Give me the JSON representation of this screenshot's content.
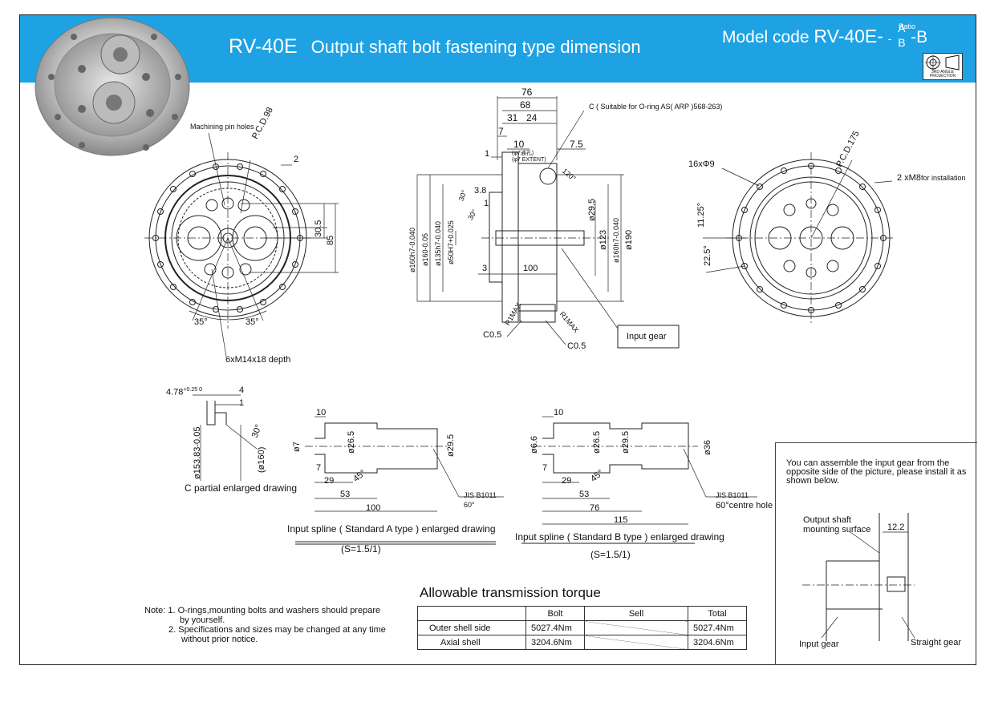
{
  "header": {
    "part": "RV-40E",
    "title": "Output shaft bolt fastening type dimension",
    "model_prefix": "Model code",
    "model_code": "RV-40E-",
    "ratio_label": "Ratio",
    "model_suffix_a": "A",
    "model_suffix_b": "B",
    "model_suffix_end": "-B",
    "projection_label": "3RD ANGLE PROJECTION"
  },
  "front_view": {
    "machining_pin_holes": "Machining pin holes",
    "pcd": "P.C.D.98",
    "dim_2": "2",
    "dim_30_5": "30.5",
    "dim_85": "85",
    "angle_left": "35°",
    "angle_right": "35°",
    "tapped_holes": "6xM14x18 depth"
  },
  "section_view": {
    "dim_76": "76",
    "dim_68": "68",
    "dim_31": "31",
    "dim_24": "24",
    "dim_7": "7",
    "dim_10": "10",
    "dim_7_5": "7.5",
    "dim_1": "1",
    "note_c": "C ( Suitable for O-ring AS( ARP )568-263)",
    "phi7_label": "(φ7通孔)",
    "phi7_extent": "(φ7 EXTENT)",
    "angle_120": "120°",
    "dim_3_8": "3.8",
    "angle_30a": "30°",
    "angle_30b": "30°",
    "dim_1b": "1",
    "phi160": "ø160h7-0.040",
    "phi160b": "ø160-0.05",
    "phi135": "ø135h7-0.040",
    "phi50": "ø50H7+0.025",
    "phi29_5": "ø29.5",
    "phi123": "ø123",
    "phi160c": "ø160h7-0.040",
    "phi190": "ø190",
    "dim_3": "3",
    "dim_100": "100",
    "r1_left": "R1MAX",
    "r1_right": "R1MAX",
    "c05_left": "C0.5",
    "c05_right": "C0.5",
    "input_gear": "Input gear"
  },
  "rear_view": {
    "holes": "16xΦ9",
    "pcd": "P.C.D.175",
    "tap": "2 xM8",
    "tap_note": "for installation",
    "angle_11_25": "11.25°",
    "angle_22_5": "22.5°"
  },
  "c_detail": {
    "dim_478": "4.78",
    "tol_478": "+0.25 0",
    "dim_4": "4",
    "dim_1": "1",
    "phi153": "ø153.83-0.05",
    "phi160": "(ø160)",
    "angle_30": "30°",
    "caption": "C partial enlarged drawing"
  },
  "spline_a": {
    "dim_10": "10",
    "phi7": "ø7",
    "phi26_5": "ø26.5",
    "phi29_5": "ø29.5",
    "dim_7": "7",
    "dim_29": "29",
    "angle_45": "45°",
    "dim_53": "53",
    "dim_100": "100",
    "jis": "JIS B1011",
    "jis_angle": "60°",
    "caption": "Input spline ( Standard A type ) enlarged drawing",
    "ratio": "(S=1.5/1)"
  },
  "spline_b": {
    "dim_10": "10",
    "phi6_6": "ø6.6",
    "phi26_5": "ø26.5",
    "phi29_5": "ø29.5",
    "phi36": "ø36",
    "dim_7": "7",
    "dim_29": "29",
    "angle_45": "45°",
    "dim_53": "53",
    "dim_76": "76",
    "dim_115": "115",
    "jis": "JIS B1011",
    "jis_note": "60°centre hole",
    "caption": "Input spline ( Standard B type ) enlarged drawing",
    "ratio": "(S=1.5/1)"
  },
  "notes": {
    "line1": "Note: 1. O-rings,mounting bolts and washers should prepare",
    "line2": "by yourself.",
    "line3": "2. Specifications and sizes may be changed at any time",
    "line4": "without prior notice."
  },
  "torque": {
    "title": "Allowable transmission torque",
    "headers": [
      "",
      "Bolt",
      "Sell",
      "Total"
    ],
    "rows": [
      {
        "label": "Outer shell side",
        "bolt": "5027.4Nm",
        "sell": "",
        "total": "5027.4Nm"
      },
      {
        "label": "Axial shell",
        "bolt": "3204.6Nm",
        "sell": "",
        "total": "3204.6Nm"
      }
    ]
  },
  "side_note": {
    "text": "You can assemble the input gear from the opposite side of the picture, please install it as shown below.",
    "mounting_surface": "Output shaft mounting surface",
    "dim_12_2": "12.2",
    "input_gear": "Input gear",
    "straight_gear": "Straight gear"
  },
  "colors": {
    "banner": "#1ea2e4",
    "banner_text": "#ffffff",
    "line": "#222222"
  }
}
